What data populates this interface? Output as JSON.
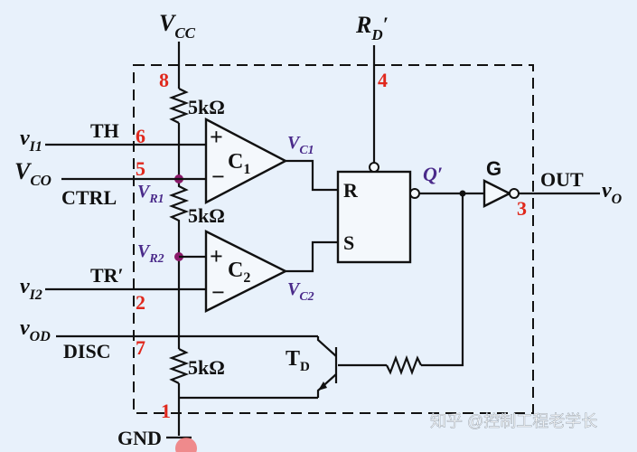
{
  "labels": {
    "vcc_main": "V",
    "vcc_sub": "CC",
    "rd_main": "R",
    "rd_sub": "D",
    "rd_prime": "′",
    "vi1_main": "v",
    "vi1_sub": "I1",
    "th": "TH",
    "vco_main": "V",
    "vco_sub": "CO",
    "ctrl": "CTRL",
    "vr1_main": "V",
    "vr1_sub": "R1",
    "vr2_main": "V",
    "vr2_sub": "R2",
    "vi2_main": "v",
    "vi2_sub": "I2",
    "tr": "TR′",
    "vod_main": "v",
    "vod_sub": "OD",
    "disc": "DISC",
    "gnd": "GND",
    "r1": "5kΩ",
    "r2": "5kΩ",
    "r3": "5kΩ",
    "c1_main": "C",
    "c1_sub": "1",
    "c2_main": "C",
    "c2_sub": "2",
    "plus": "+",
    "minus": "−",
    "vc1_main": "V",
    "vc1_sub": "C1",
    "vc2_main": "V",
    "vc2_sub": "C2",
    "r_in": "R",
    "s_in": "S",
    "q": "Q′",
    "gate": "G",
    "out": "OUT",
    "vo_main": "v",
    "vo_sub": "O",
    "td_main": "T",
    "td_sub": "D"
  },
  "pins": {
    "p8": "8",
    "p4": "4",
    "p6": "6",
    "p5": "5",
    "p2": "2",
    "p7": "7",
    "p1": "1",
    "p3": "3"
  },
  "watermark": "知乎 @控制工程老学长",
  "colors": {
    "background": "#e8f1fb",
    "pin_numbers": "#e0281c",
    "signal_labels": "#4a2a8a",
    "node_dots": "#8a1a6a"
  }
}
